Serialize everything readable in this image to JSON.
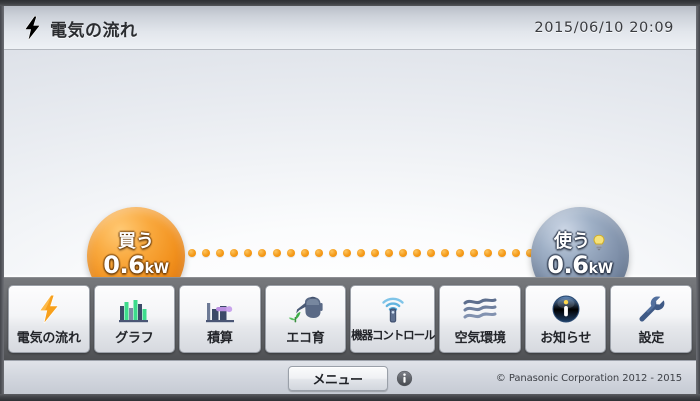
{
  "header": {
    "icon": "lightning-bolt-icon",
    "title": "電気の流れ",
    "datetime": "2015/06/10  20:09"
  },
  "flow": {
    "buy": {
      "label": "買う",
      "value": "0.6",
      "unit": "kW",
      "color": "#f2921f"
    },
    "use": {
      "label": "使う",
      "icon": "lightbulb-icon",
      "value": "0.6",
      "unit": "kW",
      "color": "#8394ad"
    },
    "link": {
      "icon": "dotted-line",
      "dot_color": "#f59a18",
      "dot_count": 26
    }
  },
  "toolbar": {
    "buttons": [
      {
        "label": "電気の流れ",
        "icon": "lightning-bolt-icon",
        "narrow": false
      },
      {
        "label": "グラフ",
        "icon": "bar-chart-icon",
        "narrow": false
      },
      {
        "label": "積算",
        "icon": "cumulative-chart-icon",
        "narrow": false
      },
      {
        "label": "エコ育",
        "icon": "watering-can-sprout-icon",
        "narrow": false
      },
      {
        "label": "機器コントロール",
        "icon": "remote-wifi-icon",
        "narrow": true
      },
      {
        "label": "空気環境",
        "icon": "air-waves-icon",
        "narrow": false
      },
      {
        "label": "お知らせ",
        "icon": "info-circle-icon",
        "narrow": false
      },
      {
        "label": "設定",
        "icon": "wrench-icon",
        "narrow": false
      }
    ]
  },
  "bottom": {
    "menu_label": "メニュー",
    "info_icon": "info-circle-icon",
    "copyright": "© Panasonic Corporation 2012 - 2015"
  }
}
